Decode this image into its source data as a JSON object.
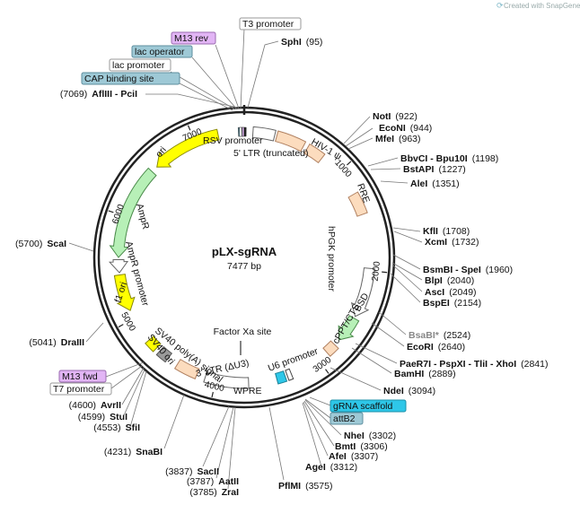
{
  "title": "pLX-sgRNA",
  "subtitle": "7477 bp",
  "watermark": "Created with SnapGene®",
  "center_label": "Factor Xa site",
  "ticks": [
    {
      "text": "1000",
      "angle": 48,
      "rot": 48
    },
    {
      "text": "2000",
      "angle": 96,
      "rot": -84
    },
    {
      "text": "3000",
      "angle": 144,
      "rot": -36
    },
    {
      "text": "4000",
      "angle": 193,
      "rot": 13
    },
    {
      "text": "5000",
      "angle": 241,
      "rot": 61
    },
    {
      "text": "6000",
      "angle": 289,
      "rot": -71
    },
    {
      "text": "7000",
      "angle": 337,
      "rot": -23
    }
  ],
  "features": [
    {
      "name": "RSV promoter",
      "type": "box",
      "start": 4,
      "end": 14,
      "color": "#ffffff",
      "stroke": "#666"
    },
    {
      "name": "5' LTR",
      "type": "box",
      "start": 15,
      "end": 28,
      "color": "#fcdcbe",
      "stroke": "#b08060"
    },
    {
      "name": "HIV-1 ψ",
      "type": "box",
      "start": 30,
      "end": 38,
      "color": "#fcdcbe",
      "stroke": "#b08060"
    },
    {
      "name": "RRE",
      "type": "box",
      "start": 60,
      "end": 70,
      "color": "#fcdcbe",
      "stroke": "#b08060"
    },
    {
      "name": "hPGK promoter",
      "type": "arrow",
      "start": 95,
      "end": 118,
      "color": "#ffffff",
      "stroke": "#666"
    },
    {
      "name": "BSD",
      "type": "arrow",
      "start": 119,
      "end": 131,
      "color": "#b7f0b7",
      "stroke": "#4a8a4a"
    },
    {
      "name": "cPPT/CTS",
      "type": "box",
      "start": 134,
      "end": 139,
      "color": "#fcdcbe",
      "stroke": "#b08060"
    },
    {
      "name": "U6 promoter",
      "type": "box",
      "start": 158,
      "end": 160,
      "color": "#ffffff",
      "stroke": "#444"
    },
    {
      "name": "gRNA scaffold",
      "type": "box",
      "start": 161,
      "end": 165,
      "color": "#2ec7e8",
      "stroke": "#1a7f95"
    },
    {
      "name": "WPRE",
      "type": "box",
      "start": 178,
      "end": 198,
      "color": "#ffffff",
      "stroke": "#666"
    },
    {
      "name": "3' LTR (ΔU3)",
      "type": "box",
      "start": 202,
      "end": 212,
      "color": "#fcdcbe",
      "stroke": "#b08060"
    },
    {
      "name": "SV40 poly(A)",
      "type": "box",
      "start": 217,
      "end": 222,
      "color": "#9a9a9a",
      "stroke": "#555"
    },
    {
      "name": "SV40 ori",
      "type": "box",
      "start": 224,
      "end": 229,
      "color": "#ffff00",
      "stroke": "#888800"
    },
    {
      "name": "f1 ori",
      "type": "arrow-rev",
      "start": 245,
      "end": 262,
      "color": "#ffff00",
      "stroke": "#888800"
    },
    {
      "name": "AmpR promoter",
      "type": "arrow-rev",
      "start": 263,
      "end": 269,
      "color": "#ffffff",
      "stroke": "#666"
    },
    {
      "name": "AmpR",
      "type": "arrow-rev",
      "start": 270,
      "end": 313,
      "color": "#b7f0b7",
      "stroke": "#4a8a4a"
    },
    {
      "name": "ori",
      "type": "arrow-rev",
      "start": 316,
      "end": 348,
      "color": "#ffff00",
      "stroke": "#888800"
    }
  ],
  "feature_labels": [
    {
      "text": "RSV promoter"
    },
    {
      "text": "5' LTR (truncated)"
    },
    {
      "text": "HIV-1 ψ"
    },
    {
      "text": "RRE"
    },
    {
      "text": "hPGK promoter"
    },
    {
      "text": "BSD"
    },
    {
      "text": "cPPT/CTS"
    },
    {
      "text": "U6 promoter"
    },
    {
      "text": "WPRE"
    },
    {
      "text": "3' LTR (ΔU3)"
    },
    {
      "text": "SV40 poly(A) signal"
    },
    {
      "text": "SV40 ori"
    },
    {
      "text": "f1 ori"
    },
    {
      "text": "AmpR promoter"
    },
    {
      "text": "AmpR"
    },
    {
      "text": "ori"
    }
  ],
  "tags": [
    {
      "text": "T3 promoter",
      "fill": "#ffffff",
      "stroke": "#999"
    },
    {
      "text": "M13 rev",
      "fill": "#e2b5f5",
      "stroke": "#9a6ab0"
    },
    {
      "text": "lac operator",
      "fill": "#9ec9d6",
      "stroke": "#5f8f9f"
    },
    {
      "text": "lac promoter",
      "fill": "#ffffff",
      "stroke": "#999"
    },
    {
      "text": "CAP binding site",
      "fill": "#9ec9d6",
      "stroke": "#5f8f9f"
    },
    {
      "text": "gRNA scaffold",
      "fill": "#2ec7e8",
      "stroke": "#1a8fa8"
    },
    {
      "text": "attB2",
      "fill": "#9ec9d6",
      "stroke": "#5f8f9f"
    },
    {
      "text": "M13 fwd",
      "fill": "#e2b5f5",
      "stroke": "#9a6ab0"
    },
    {
      "text": "T7 promoter",
      "fill": "#ffffff",
      "stroke": "#999"
    }
  ],
  "sites": [
    {
      "name": "SphI",
      "pos": "(95)",
      "muted": false
    },
    {
      "name": "AflIII - PciI",
      "pos": "(7069)",
      "muted": false
    },
    {
      "name": "NotI",
      "pos": "(922)",
      "muted": false
    },
    {
      "name": "EcoNI",
      "pos": "(944)",
      "muted": false
    },
    {
      "name": "MfeI",
      "pos": "(963)",
      "muted": false
    },
    {
      "name": "BbvCI - Bpu10I",
      "pos": "(1198)",
      "muted": false
    },
    {
      "name": "BstAPI",
      "pos": "(1227)",
      "muted": false
    },
    {
      "name": "AleI",
      "pos": "(1351)",
      "muted": false
    },
    {
      "name": "KflI",
      "pos": "(1708)",
      "muted": false
    },
    {
      "name": "XcmI",
      "pos": "(1732)",
      "muted": false
    },
    {
      "name": "BsmBI - SpeI",
      "pos": "(1960)",
      "muted": false
    },
    {
      "name": "BlpI",
      "pos": "(2040)",
      "muted": false
    },
    {
      "name": "AscI",
      "pos": "(2049)",
      "muted": false
    },
    {
      "name": "BspEI",
      "pos": "(2154)",
      "muted": false
    },
    {
      "name": "BsaBI*",
      "pos": "(2524)",
      "muted": true
    },
    {
      "name": "EcoRI",
      "pos": "(2640)",
      "muted": false
    },
    {
      "name": "PaeR7I - PspXI - TliI - XhoI",
      "pos": "(2841)",
      "muted": false
    },
    {
      "name": "BamHI",
      "pos": "(2889)",
      "muted": false
    },
    {
      "name": "NdeI",
      "pos": "(3094)",
      "muted": false
    },
    {
      "name": "NheI",
      "pos": "(3302)",
      "muted": false
    },
    {
      "name": "BmtI",
      "pos": "(3306)",
      "muted": false
    },
    {
      "name": "AfeI",
      "pos": "(3307)",
      "muted": false
    },
    {
      "name": "AgeI",
      "pos": "(3312)",
      "muted": false
    },
    {
      "name": "PflMI",
      "pos": "(3575)",
      "muted": false
    },
    {
      "name": "ZraI",
      "pos": "(3785)",
      "muted": false
    },
    {
      "name": "AatII",
      "pos": "(3787)",
      "muted": false
    },
    {
      "name": "SacII",
      "pos": "(3837)",
      "muted": false
    },
    {
      "name": "SnaBI",
      "pos": "(4231)",
      "muted": false
    },
    {
      "name": "SfiI",
      "pos": "(4553)",
      "muted": false
    },
    {
      "name": "StuI",
      "pos": "(4599)",
      "muted": false
    },
    {
      "name": "AvrII",
      "pos": "(4600)",
      "muted": false
    },
    {
      "name": "DraIII",
      "pos": "(5041)",
      "muted": false
    },
    {
      "name": "ScaI",
      "pos": "(5700)",
      "muted": false
    }
  ]
}
